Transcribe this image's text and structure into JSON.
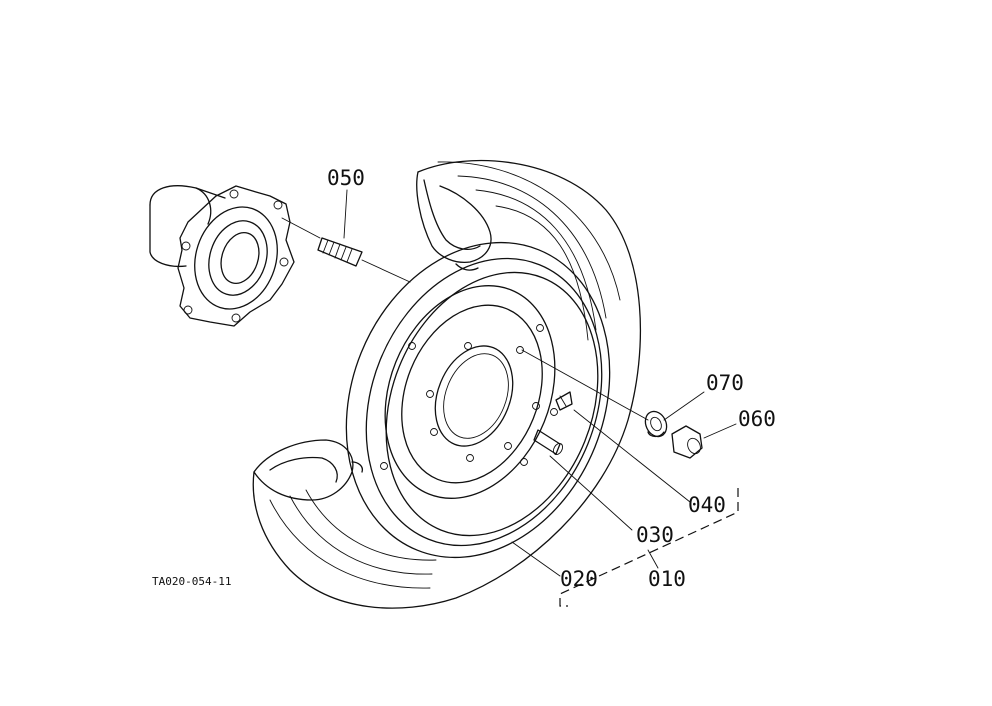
{
  "diagram": {
    "figure_code": "TA020-054-11",
    "parts": [
      {
        "id": "p050",
        "label": "050"
      },
      {
        "id": "p070",
        "label": "070"
      },
      {
        "id": "p060",
        "label": "060"
      },
      {
        "id": "p040",
        "label": "040"
      },
      {
        "id": "p030",
        "label": "030"
      },
      {
        "id": "p020",
        "label": "020"
      },
      {
        "id": "p010",
        "label": "010"
      }
    ]
  }
}
